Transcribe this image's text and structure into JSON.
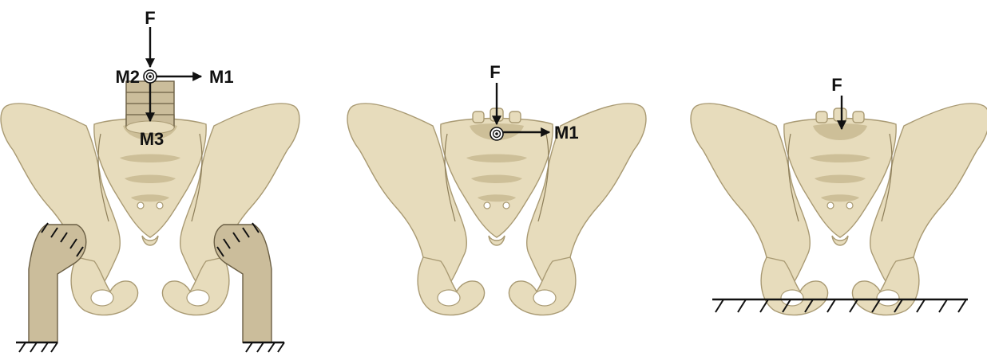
{
  "colors": {
    "bone": "#e7dcbc",
    "bone_dark": "#a99a73",
    "bone_shade": "#cdbf98",
    "fixture": "#cbbd9b",
    "arrow": "#111111"
  },
  "panel_1": {
    "force_label": "F",
    "moment_2_label": "M2",
    "moment_1_label": "M1",
    "moment_3_label": "M3",
    "support": "vertebral-column-and-femur-fixtures"
  },
  "panel_2": {
    "force_label": "F",
    "moment_1_label": "M1"
  },
  "panel_3": {
    "force_label": "F",
    "support": "ground-fixed"
  }
}
